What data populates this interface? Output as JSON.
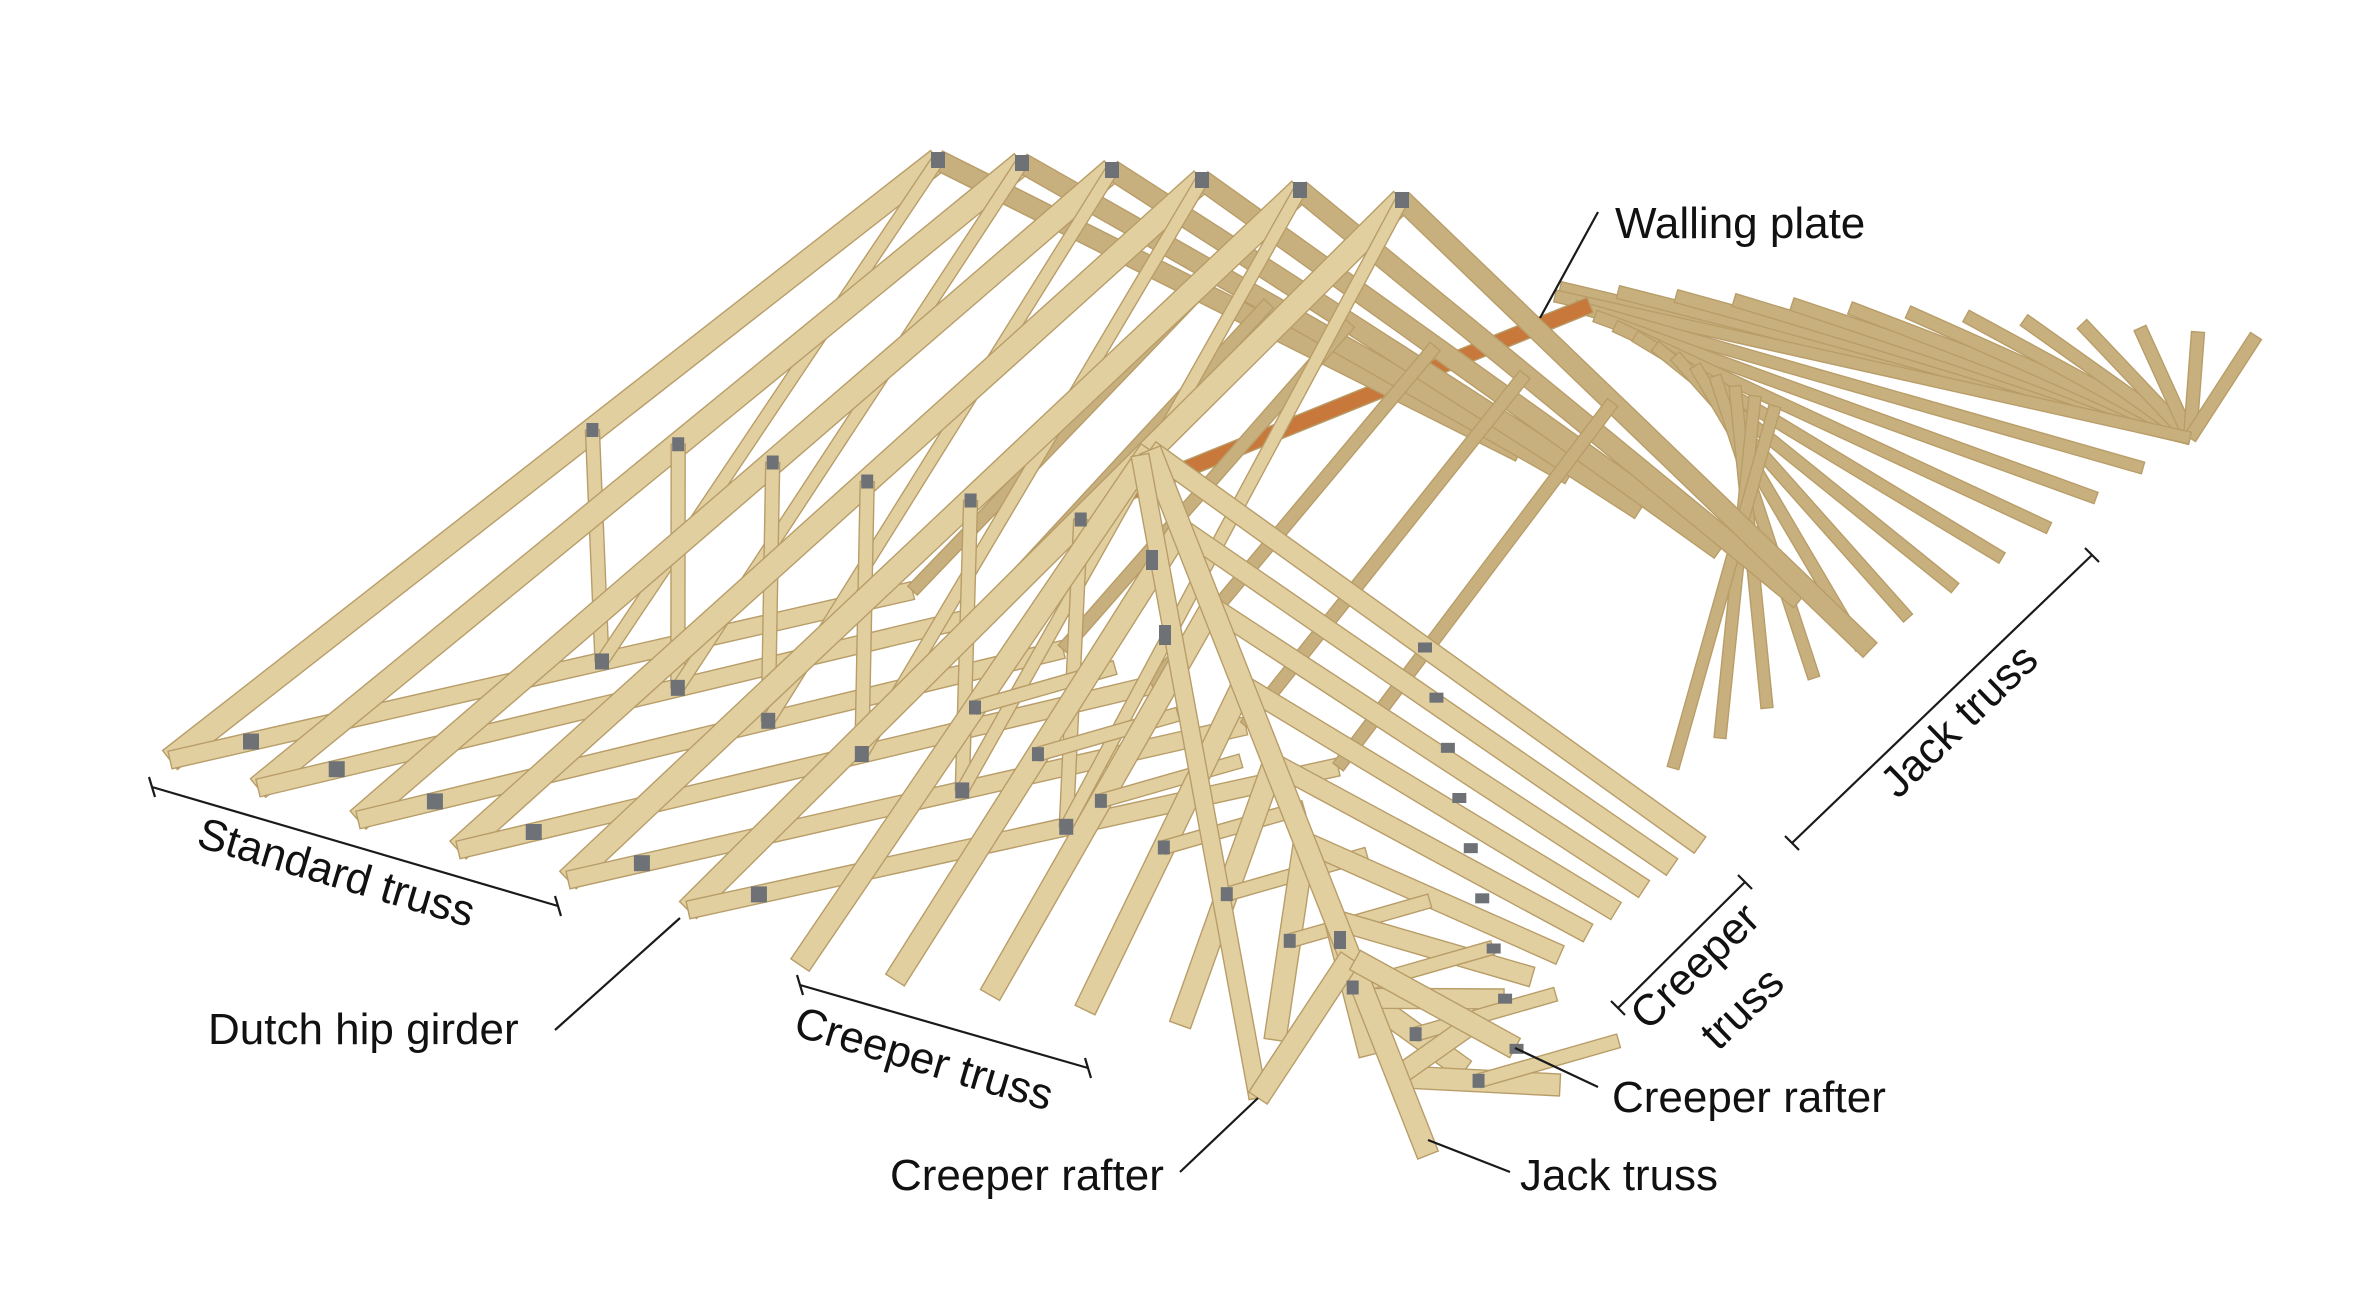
{
  "labels": {
    "walling_plate": "Walling plate",
    "standard_truss": "Standard truss",
    "dutch_hip_girder": "Dutch hip girder",
    "creeper_truss_left": "Creeper truss",
    "creeper_truss_right_line1": "Creeper",
    "creeper_truss_right_line2": "truss",
    "creeper_rafter_left": "Creeper rafter",
    "creeper_rafter_right": "Creeper rafter",
    "jack_truss_bottom": "Jack truss",
    "jack_truss_right": "Jack truss"
  },
  "colors": {
    "timber_face": "#e2cfa0",
    "timber_edge": "#b89d68",
    "timber_dark": "#c8b07e",
    "walling_plate": "#c8783a",
    "connector_plate": "#6e7276",
    "leader_line": "#1a1a1a"
  }
}
